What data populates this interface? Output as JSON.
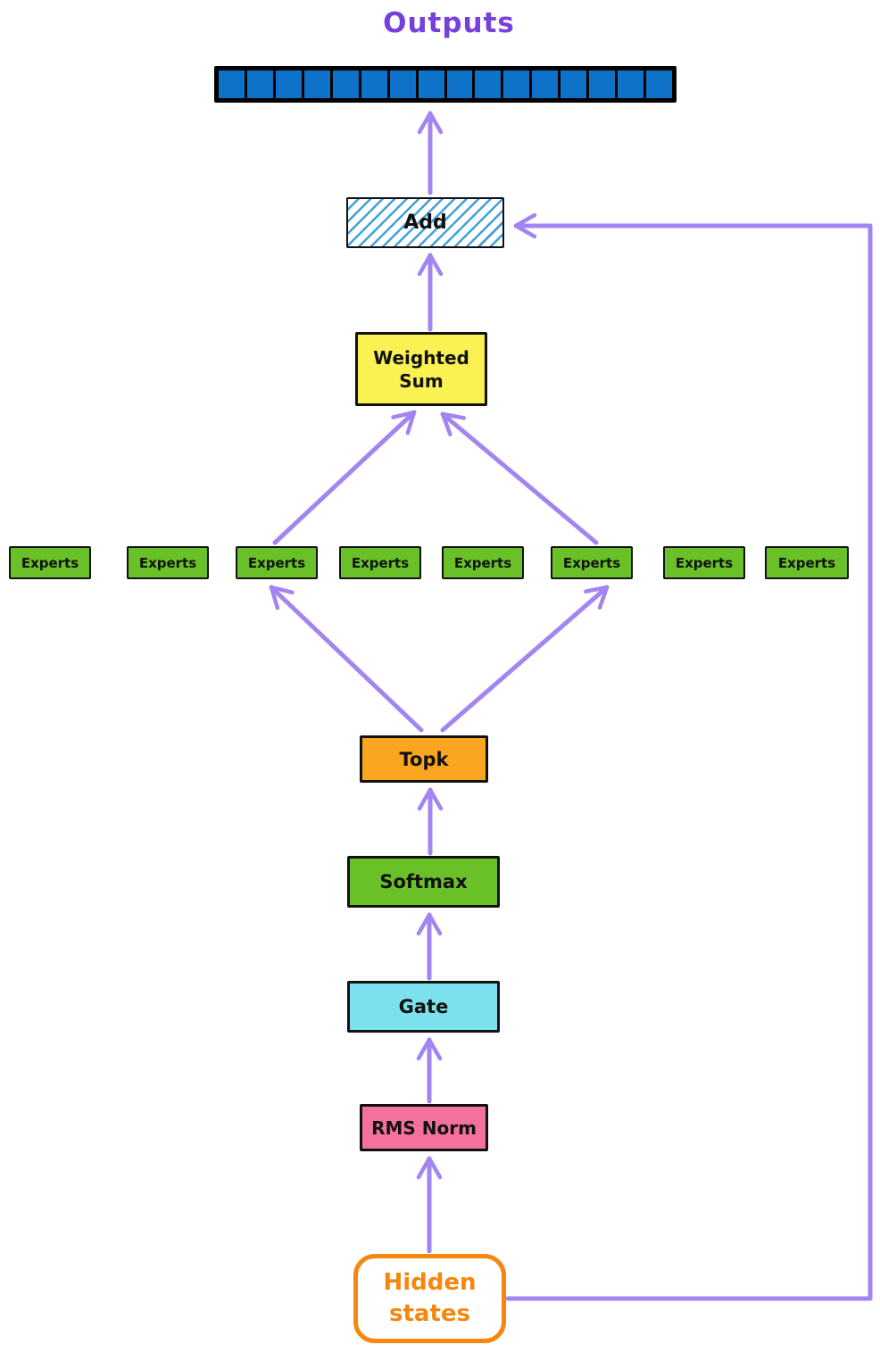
{
  "title": "Outputs",
  "output_tokens": {
    "count": 16
  },
  "nodes": {
    "add": "Add",
    "weighted_sum": "Weighted Sum",
    "topk": "Topk",
    "softmax": "Softmax",
    "gate": "Gate",
    "rms_norm": "RMS Norm",
    "hidden_states": "Hidden states"
  },
  "experts": [
    "Experts",
    "Experts",
    "Experts",
    "Experts",
    "Experts",
    "Experts",
    "Experts",
    "Experts"
  ],
  "colors": {
    "title": "#7640dd",
    "arrow": "#a385f2",
    "token": "#0e73c8",
    "hatch": "#41a0dc",
    "yellow": "#f9f252",
    "green": "#69c127",
    "orange": "#fba620",
    "cyan": "#7ce1ec",
    "pink": "#f4719f",
    "hidden_orange": "#f5870e",
    "ink": "#111111"
  }
}
